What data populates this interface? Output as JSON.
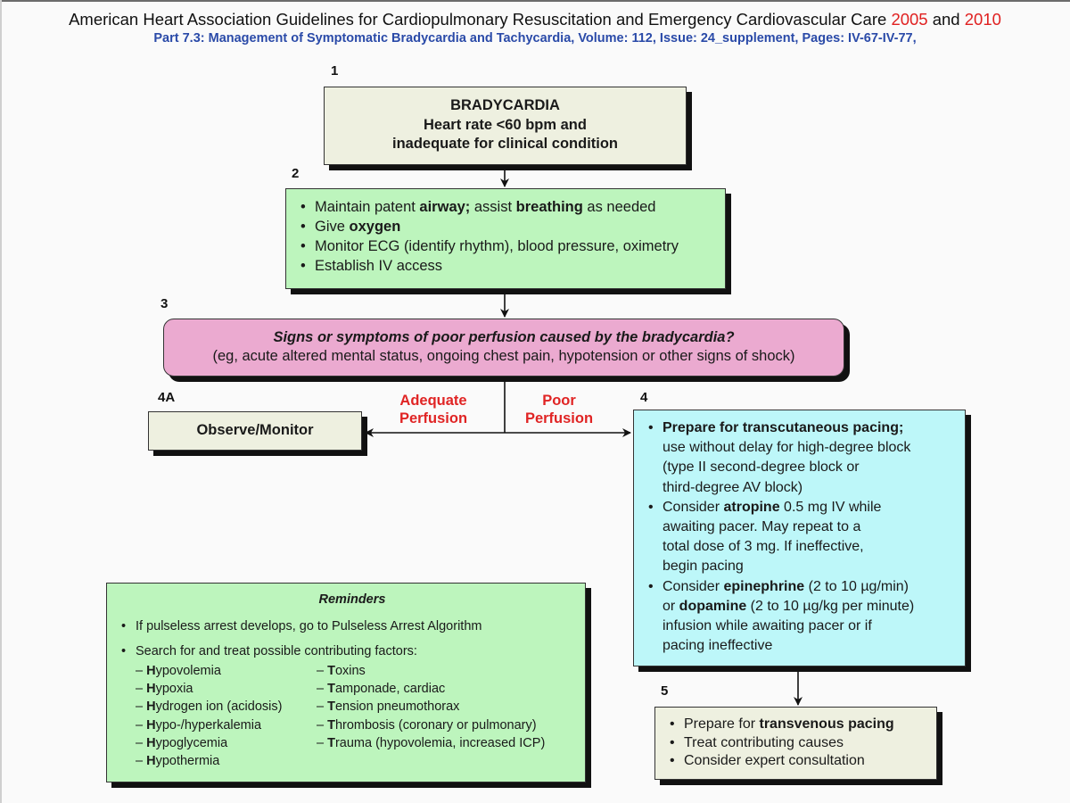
{
  "header": {
    "title_prefix": "American Heart Association Guidelines for Cardiopulmonary Resuscitation and Emergency Cardiovascular Care",
    "year1": "2005",
    "and": "and",
    "year2": "2010",
    "subtitle": "Part 7.3: Management of Symptomatic Bradycardia and Tachycardia, Volume: 112, Issue: 24_supplement, Pages: IV-67-IV-77,"
  },
  "colors": {
    "title_red": "#e02020",
    "subtitle_blue": "#2a4aa8",
    "beige_box": "#eef0e0",
    "green_box": "#bdf5bd",
    "pink_box": "#ebaad0",
    "cyan_box": "#bdf7f9",
    "branch_label_red": "#e02424"
  },
  "steps": {
    "s1": {
      "number": "1",
      "title": "BRADYCARDIA",
      "line2": "Heart rate <60 bpm and",
      "line3": "inadequate for clinical condition"
    },
    "s2": {
      "number": "2",
      "items": [
        {
          "parts": [
            {
              "t": "Maintain patent "
            },
            {
              "t": "airway;",
              "b": true
            },
            {
              "t": " assist "
            },
            {
              "t": "breathing",
              "b": true
            },
            {
              "t": " as needed"
            }
          ]
        },
        {
          "parts": [
            {
              "t": "Give "
            },
            {
              "t": "oxygen",
              "b": true
            }
          ]
        },
        {
          "parts": [
            {
              "t": "Monitor ECG (identify rhythm), blood pressure, oximetry"
            }
          ]
        },
        {
          "parts": [
            {
              "t": "Establish IV access"
            }
          ]
        }
      ]
    },
    "s3": {
      "number": "3",
      "question": "Signs or symptoms of poor perfusion caused by the bradycardia?",
      "examples": "(eg, acute altered mental status, ongoing chest pain, hypotension or other signs of shock)"
    },
    "s4a": {
      "number": "4A",
      "label": "Observe/Monitor"
    },
    "branches": {
      "adequate_line1": "Adequate",
      "adequate_line2": "Perfusion",
      "poor_line1": "Poor",
      "poor_line2": "Perfusion"
    },
    "s4": {
      "number": "4",
      "items": [
        {
          "lines": [
            [
              {
                "t": "Prepare for transcutaneous pacing;",
                "b": true
              }
            ],
            [
              {
                "t": "use without delay for high-degree block"
              }
            ],
            [
              {
                "t": "(type II second-degree block or"
              }
            ],
            [
              {
                "t": "third-degree AV block)"
              }
            ]
          ]
        },
        {
          "lines": [
            [
              {
                "t": "Consider "
              },
              {
                "t": "atropine",
                "b": true
              },
              {
                "t": " 0.5 mg IV while"
              }
            ],
            [
              {
                "t": "awaiting pacer. May repeat to a"
              }
            ],
            [
              {
                "t": "total dose of 3 mg. If ineffective,"
              }
            ],
            [
              {
                "t": "begin pacing"
              }
            ]
          ]
        },
        {
          "lines": [
            [
              {
                "t": "Consider "
              },
              {
                "t": "epinephrine",
                "b": true
              },
              {
                "t": " (2 to 10 µg/min)"
              }
            ],
            [
              {
                "t": "or "
              },
              {
                "t": "dopamine",
                "b": true
              },
              {
                "t": " (2 to 10 µg/kg per minute)"
              }
            ],
            [
              {
                "t": "infusion while awaiting pacer or if"
              }
            ],
            [
              {
                "t": "pacing ineffective"
              }
            ]
          ]
        }
      ]
    },
    "s5": {
      "number": "5",
      "items": [
        {
          "parts": [
            {
              "t": "Prepare for "
            },
            {
              "t": "transvenous pacing",
              "b": true
            }
          ]
        },
        {
          "parts": [
            {
              "t": "Treat contributing causes"
            }
          ]
        },
        {
          "parts": [
            {
              "t": "Consider expert consultation"
            }
          ]
        }
      ]
    }
  },
  "reminders": {
    "title": "Reminders",
    "item1": "If pulseless arrest develops, go to Pulseless Arrest Algorithm",
    "item2": "Search for and treat possible contributing factors:",
    "h_factors": [
      {
        "initial": "H",
        "rest": "ypovolemia"
      },
      {
        "initial": "H",
        "rest": "ypoxia"
      },
      {
        "initial": "H",
        "rest": "ydrogen ion (acidosis)"
      },
      {
        "initial": "H",
        "rest": "ypo-/hyperkalemia"
      },
      {
        "initial": "H",
        "rest": "ypoglycemia"
      },
      {
        "initial": "H",
        "rest": "ypothermia"
      }
    ],
    "t_factors": [
      {
        "initial": "T",
        "rest": "oxins"
      },
      {
        "initial": "T",
        "rest": "amponade, cardiac"
      },
      {
        "initial": "T",
        "rest": "ension pneumothorax"
      },
      {
        "initial": "T",
        "rest": "hrombosis (coronary or pulmonary)"
      },
      {
        "initial": "T",
        "rest": "rauma (hypovolemia, increased ICP)"
      }
    ]
  }
}
